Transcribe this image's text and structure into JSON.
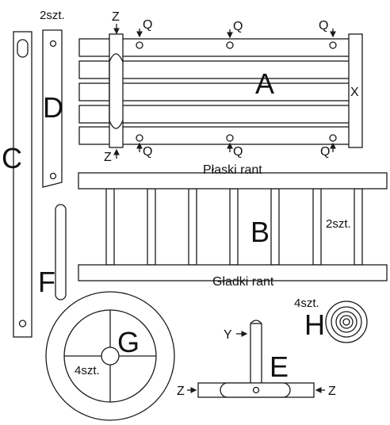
{
  "parts": {
    "a": "A",
    "b": "B",
    "c": "C",
    "d": "D",
    "e": "E",
    "f": "F",
    "g": "G",
    "h": "H"
  },
  "markers": {
    "q": "Q",
    "x": "X",
    "y": "Y",
    "z": "Z"
  },
  "counts": {
    "d_qty": "2szt.",
    "b_qty": "2szt.",
    "g_qty": "4szt.",
    "h_qty": "4szt."
  },
  "edges": {
    "flat": "Płaski rant",
    "smooth": "Gładki rant"
  },
  "colors": {
    "stroke": "#1a1a1a",
    "fill": "#ffffff"
  }
}
